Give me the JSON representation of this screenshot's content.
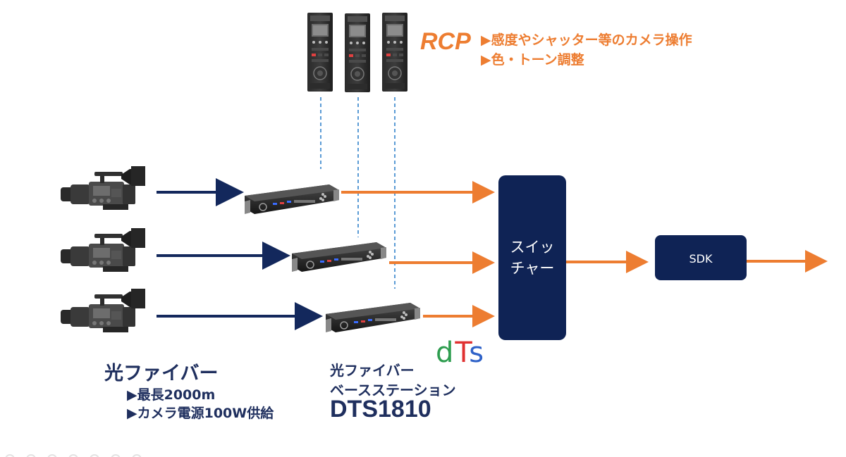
{
  "rcp": {
    "title": "RCP",
    "lines": [
      "▶感度やシャッター等のカメラ操作",
      "▶色・トーン調整"
    ]
  },
  "fiber": {
    "title": "光ファイバー",
    "lines": [
      "▶最長2000m",
      "▶カメラ電源100W供給"
    ]
  },
  "base_station": {
    "line1": "光ファイバー",
    "line2": "ベースステーション",
    "model": "DTS1810"
  },
  "switcher": {
    "line1": "スイッ",
    "line2": "チャー"
  },
  "sdk": {
    "label": "SDK"
  },
  "logo": {
    "parts": [
      "d",
      "T",
      "s"
    ]
  },
  "colors": {
    "navy": "#13285C",
    "orange": "#ED7D31",
    "dashed_blue": "#5B9BD5",
    "box": "#0F2355"
  },
  "icons": {
    "camera": "broadcast-camera-icon",
    "rcp": "remote-control-panel-icon",
    "base_station": "rack-base-station-icon"
  }
}
